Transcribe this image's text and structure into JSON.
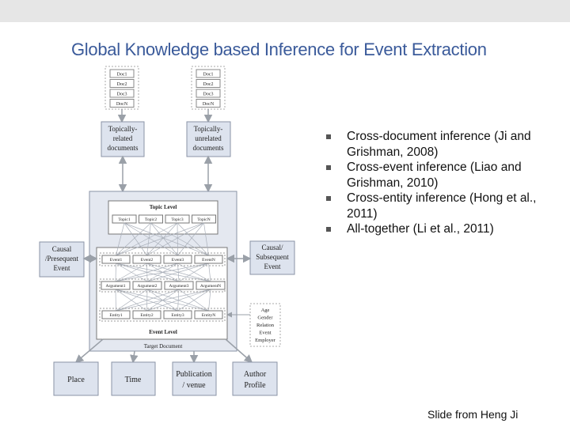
{
  "slide": {
    "title": "Global Knowledge based Inference for Event Extraction",
    "footer": "Slide from Heng Ji"
  },
  "bullets": [
    "Cross-document inference (Ji and Grishman, 2008)",
    "Cross-event inference (Liao and Grishman, 2010)",
    "Cross-entity inference (Hong et al., 2011)",
    "All-together (Li et al., 2011)"
  ],
  "diagram": {
    "doc_stack_left": [
      "Doc1",
      "Doc2",
      "Doc3",
      "DocN"
    ],
    "doc_stack_right": [
      "Doc1",
      "Doc2",
      "Doc3",
      "DocN"
    ],
    "related_box": [
      "Topically-",
      "related",
      "documents"
    ],
    "unrelated_box": [
      "Topically-",
      "unrelated",
      "documents"
    ],
    "topic_level_label": "Topic Level",
    "topics": [
      "Topic1",
      "Topic2",
      "Topic3",
      "TopicN"
    ],
    "events": [
      "Event1",
      "Event2",
      "Event3",
      "EventN"
    ],
    "arguments": [
      "Argument1",
      "Argument2",
      "Argument3",
      "ArgumentN"
    ],
    "entities": [
      "Entity1",
      "Entity2",
      "Entity3",
      "EntityN"
    ],
    "event_level_label": "Event Level",
    "target_document_label": "Target Document",
    "causal_pre": [
      "Causal",
      "/Presequent",
      "Event"
    ],
    "causal_sub": [
      "Causal/",
      "Subsequent",
      "Event"
    ],
    "attributes": [
      "Age",
      "Gender",
      "Relation",
      "Event",
      "Employer"
    ],
    "place": "Place",
    "time": "Time",
    "publication": [
      "Publication",
      "/ venue"
    ],
    "author_profile": [
      "Author",
      "Profile"
    ]
  }
}
